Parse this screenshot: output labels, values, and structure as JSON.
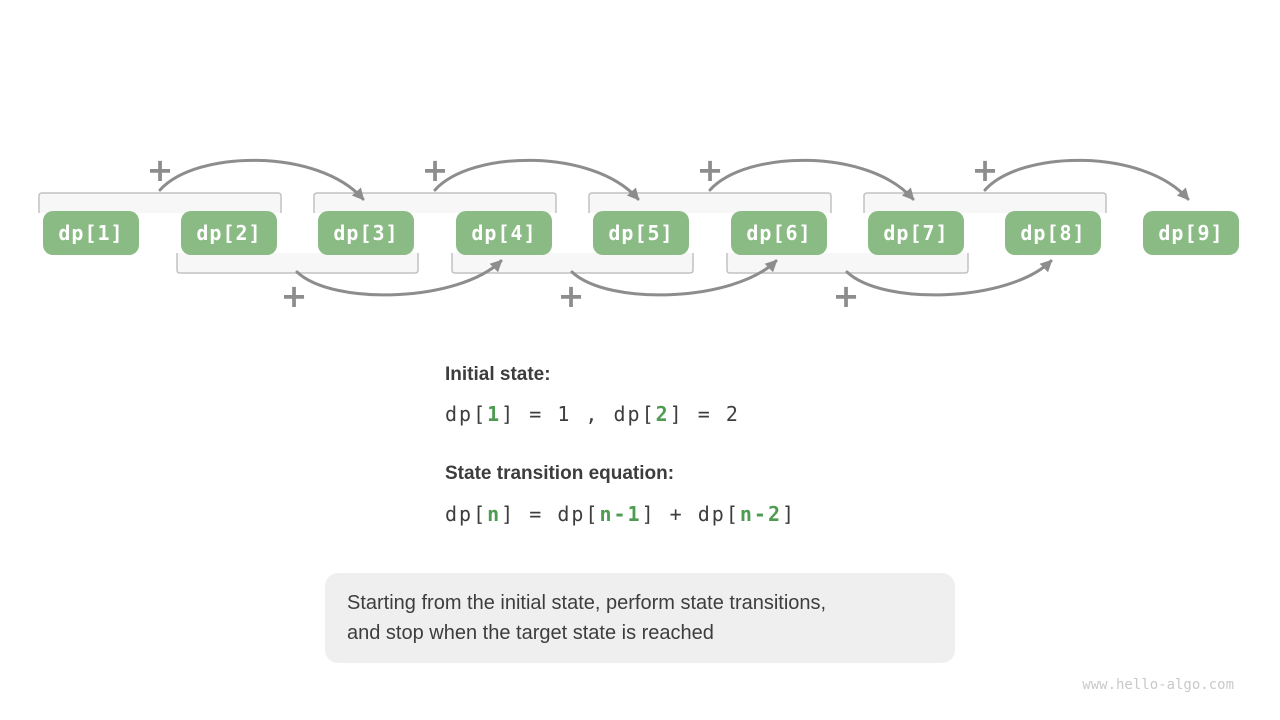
{
  "page": {
    "background": "#ffffff",
    "watermark": "www.hello-algo.com"
  },
  "diagram": {
    "box_labels": [
      "dp[1]",
      "dp[2]",
      "dp[3]",
      "dp[4]",
      "dp[5]",
      "dp[6]",
      "dp[7]",
      "dp[8]",
      "dp[9]"
    ],
    "plus_symbol": "+",
    "relations": {
      "top_arrows": [
        "dp[1]+dp[2] -> dp[3]",
        "dp[3]+dp[4] -> dp[5]",
        "dp[5]+dp[6] -> dp[7]",
        "dp[7]+dp[8] -> dp[9]"
      ],
      "bottom_arrows": [
        "dp[2]+dp[3] -> dp[4]",
        "dp[4]+dp[5] -> dp[6]",
        "dp[6]+dp[7] -> dp[8]"
      ]
    },
    "colors": {
      "box_green": "#8bbb84",
      "box_text": "#ffffff",
      "arrow_gray": "#8d8d8d",
      "bracket_fill": "#f7f7f7",
      "bracket_border": "#c2c2c2",
      "accent_green": "#4e9c52",
      "text_dark": "#3d3d3d",
      "note_bg": "#efefef",
      "watermark_gray": "#c9c9c9"
    }
  },
  "sections": {
    "initial_state": {
      "heading": "Initial state:",
      "tokens": [
        {
          "text": "dp[",
          "green": false
        },
        {
          "text": "1",
          "green": true
        },
        {
          "text": "] = 1 , dp[",
          "green": false
        },
        {
          "text": "2",
          "green": true
        },
        {
          "text": "] = 2",
          "green": false
        }
      ]
    },
    "transition": {
      "heading": "State transition equation:",
      "tokens": [
        {
          "text": "dp[",
          "green": false
        },
        {
          "text": "n",
          "green": true
        },
        {
          "text": "] = dp[",
          "green": false
        },
        {
          "text": "n-1",
          "green": true
        },
        {
          "text": "] + dp[",
          "green": false
        },
        {
          "text": "n-2",
          "green": true
        },
        {
          "text": "]",
          "green": false
        }
      ]
    }
  },
  "note": {
    "line1": "Starting from the initial state, perform state transitions,",
    "line2": "and stop when the target state is reached"
  }
}
